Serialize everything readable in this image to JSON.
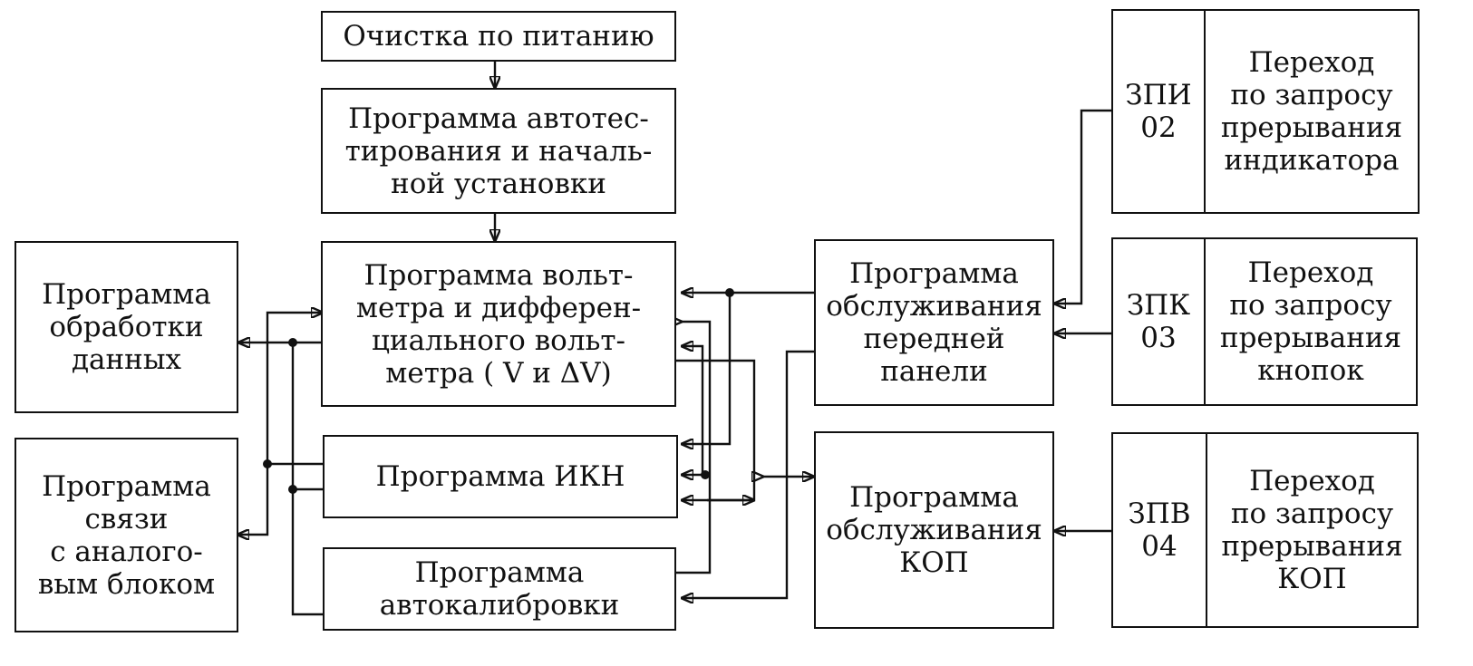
{
  "blocks": {
    "power_clear": "Очистка по питанию",
    "autotest": "Программа автотес-\nтирования и началь-\nной установки",
    "voltmeter": "Программа вольт-\nметра и дифферен-\nциального вольт-\nметра ( V и ΔV)",
    "data_processing": "Программа\nобработки\nданных",
    "analog_link": "Программа\nсвязи\nс аналого-\nвым блоком",
    "ikn": "Программа ИКН",
    "autocal": "Программа\nавтокалибровки",
    "front_panel": "Программа\nобслуживания\nпередней\nпанели",
    "kop_service": "Программа\nобслуживания\nКОП"
  },
  "interrupts": [
    {
      "code": "ЗПИ\n02",
      "label": "Переход\nпо запросу\nпрерывания\nиндикатора"
    },
    {
      "code": "ЗПК\n03",
      "label": "Переход\nпо запросу\nпрерывания\nкнопок"
    },
    {
      "code": "ЗПВ\n04",
      "label": "Переход\nпо запросу\nпрерывания\nКОП"
    }
  ]
}
